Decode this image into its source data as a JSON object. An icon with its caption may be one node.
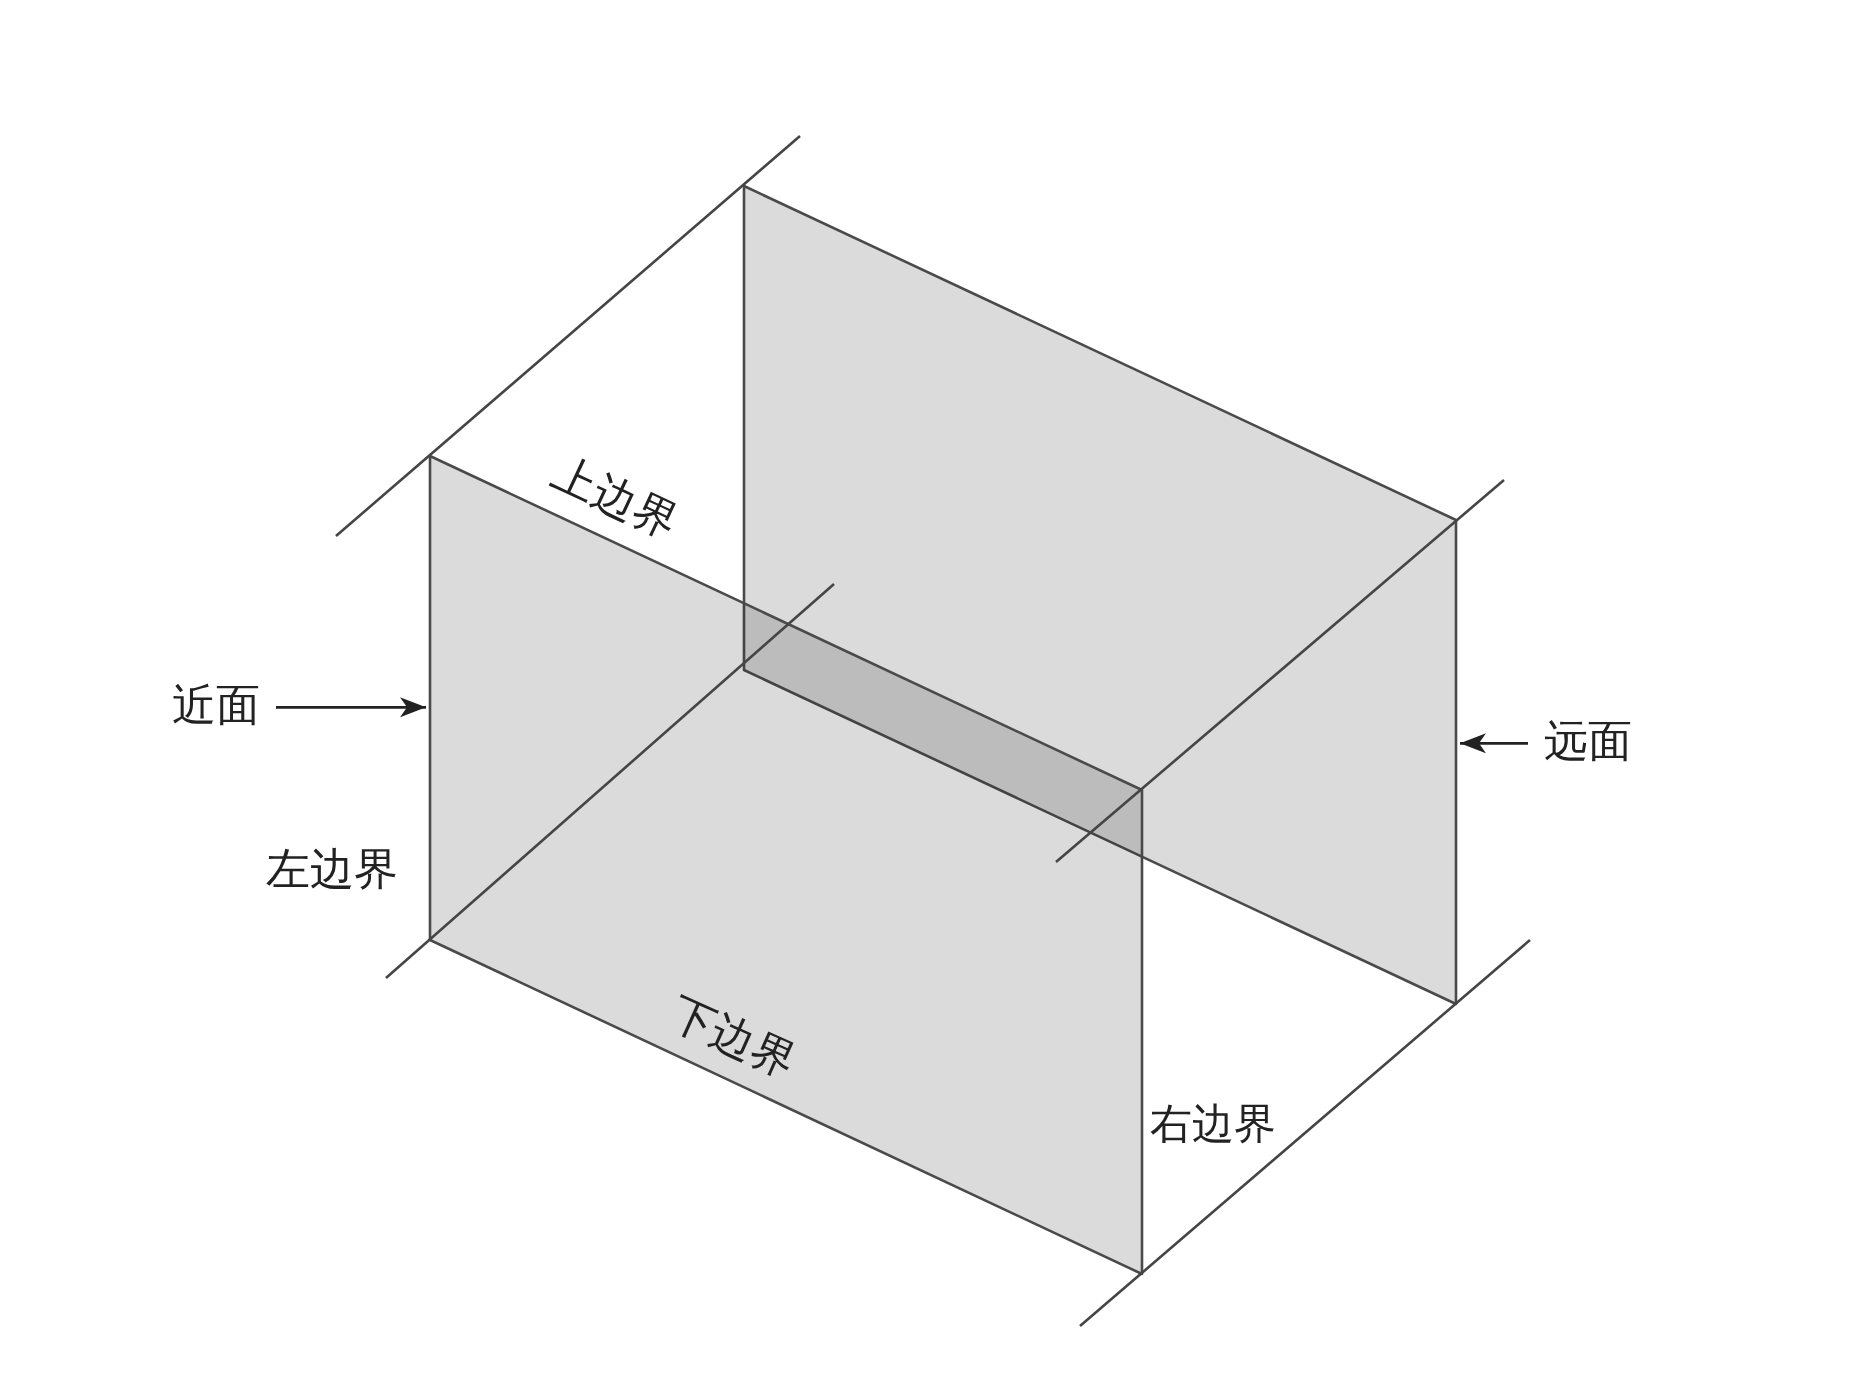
{
  "diagram": {
    "nodes": [
      {
        "text": [
          "近面"
        ]
      },
      {
        "text": [],
        "shape": "parallelogram"
      },
      {
        "text": [
          "远面"
        ]
      },
      {
        "text": [],
        "shape": "parallelogram"
      }
    ],
    "edges": [
      {
        "from": 0,
        "to": 1,
        "arrow": "to"
      },
      {
        "from": 2,
        "to": 3,
        "arrow": "to"
      }
    ],
    "labels": [
      "上边界",
      "左边界",
      "下边界",
      "右边界"
    ]
  }
}
